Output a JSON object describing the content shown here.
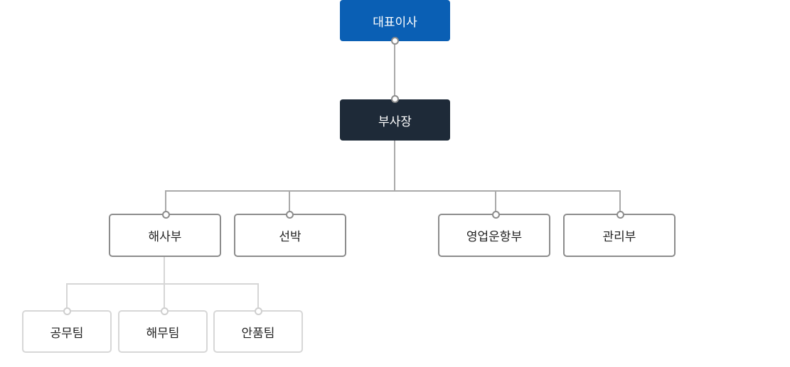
{
  "org": {
    "ceo": "대표이사",
    "vice_president": "부사장",
    "departments": [
      "해사부",
      "선박",
      "영업운항부",
      "관리부"
    ],
    "teams": [
      "공무팀",
      "해무팀",
      "안품팀"
    ]
  },
  "colors": {
    "ceo_bg": "#0a5fb4",
    "vp_bg": "#1e2a38",
    "dept_border": "#8c8c8c",
    "team_border": "#d7d7d7",
    "connector": "#a9a9a9"
  }
}
